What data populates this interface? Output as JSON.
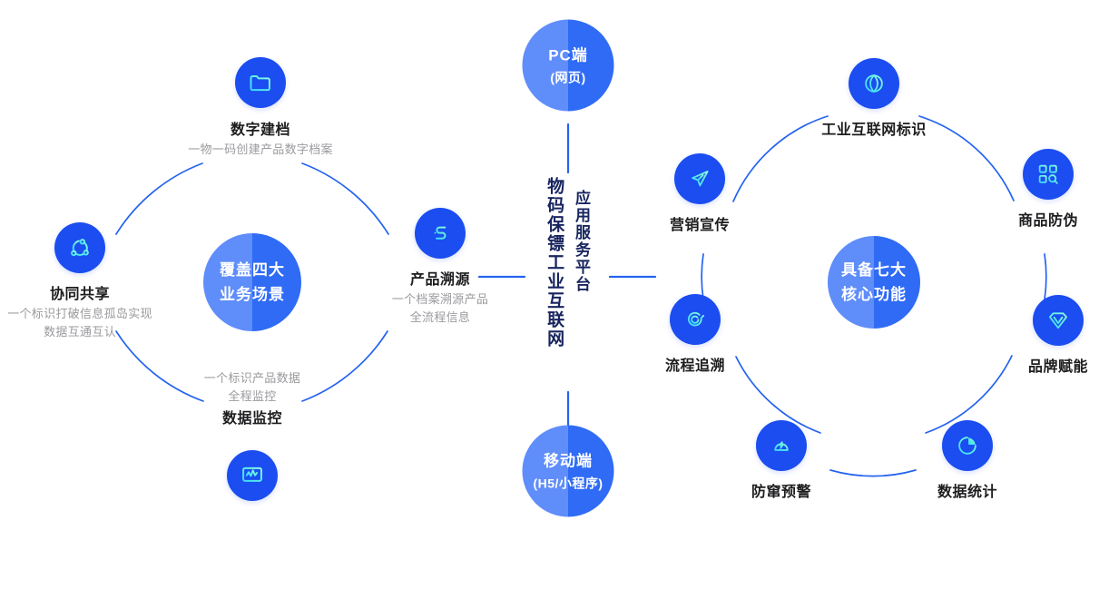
{
  "center": {
    "headline_primary": "物码保镖工业互联网",
    "headline_secondary": "应用服务平台",
    "platforms": [
      {
        "name": "pc",
        "title": "PC端",
        "subtitle": "(网页)"
      },
      {
        "name": "mobile",
        "title": "移动端",
        "subtitle": "(H5/小程序)"
      }
    ]
  },
  "left_ring": {
    "hub_line1": "覆盖四大",
    "hub_line2": "业务场景",
    "nodes": [
      {
        "key": "digital-archive",
        "icon": "folder-icon",
        "title": "数字建档",
        "subtitle": [
          "一物一码创建产品数字档案"
        ]
      },
      {
        "key": "collaborative-sharing",
        "icon": "share-network-icon",
        "title": "协同共享",
        "subtitle": [
          "一个标识打破信息孤岛实现",
          "数据互通互认"
        ]
      },
      {
        "key": "product-traceability",
        "icon": "trace-path-icon",
        "title": "产品溯源",
        "subtitle": [
          "一个档案溯源产品",
          "全流程信息"
        ]
      },
      {
        "key": "data-monitoring",
        "icon": "monitor-waveform-icon",
        "title": "数据监控",
        "subtitle": [
          "一个标识产品数据",
          "全程监控"
        ]
      }
    ]
  },
  "right_ring": {
    "hub_line1": "具备七大",
    "hub_line2": "核心功能",
    "nodes": [
      {
        "key": "industrial-internet-id",
        "icon": "globe-icon",
        "title": "工业互联网标识"
      },
      {
        "key": "anti-counterfeiting",
        "icon": "qr-scan-icon",
        "title": "商品防伪"
      },
      {
        "key": "brand-empowerment",
        "icon": "diamond-icon",
        "title": "品牌赋能"
      },
      {
        "key": "data-statistics",
        "icon": "pie-chart-icon",
        "title": "数据统计"
      },
      {
        "key": "anti-diversion-alert",
        "icon": "alarm-light-icon",
        "title": "防窜预警"
      },
      {
        "key": "process-tracing",
        "icon": "spiral-target-icon",
        "title": "流程追溯"
      },
      {
        "key": "marketing-promotion",
        "icon": "paper-plane-icon",
        "title": "营销宣传"
      }
    ]
  },
  "colors": {
    "node_blue": "#1b4df0",
    "line_blue": "#2463f0",
    "icon_cyan": "#4fe8e0",
    "hub_light": "#5f8dfa",
    "hub_dark": "#2f6bf5",
    "title_dark": "#1d1d1f",
    "sub_grey": "#9a9a9e",
    "headline_navy": "#17245e"
  }
}
